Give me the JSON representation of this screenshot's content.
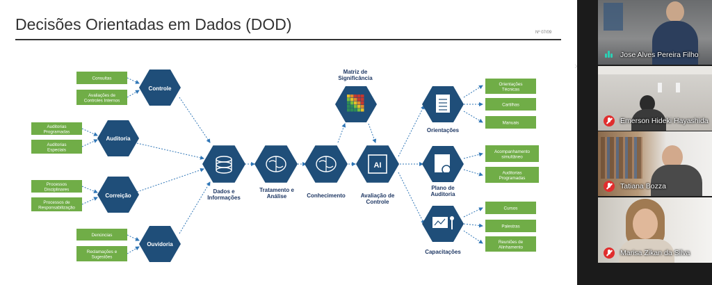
{
  "slide": {
    "title": "Decisões Orientadas em Dados (DOD)",
    "page_number": "Nº 07/09"
  },
  "diagram": {
    "hexes": {
      "controle": "Controle",
      "auditoria": "Auditoria",
      "correicao": "Correição",
      "ouvidoria": "Ouvidoria"
    },
    "sources": {
      "consultas": "Consultas",
      "avaliacoes": [
        "Avaliações de",
        "Controles Internos"
      ],
      "aud_programadas": [
        "Auditorias",
        "Programadas"
      ],
      "aud_especiais": [
        "Auditorias",
        "Especiais"
      ],
      "proc_disciplinares": [
        "Processos",
        "Disciplinares"
      ],
      "proc_responsabilizacao": [
        "Processos de",
        "Responsabilização"
      ],
      "denuncias": "Denúncias",
      "reclamacoes": [
        "Reclamações e",
        "Sugestões"
      ]
    },
    "flow": {
      "dados": [
        "Dados e",
        "Informações"
      ],
      "tratamento": [
        "Tratamento e",
        "Análise"
      ],
      "conhecimento": "Conhecimento",
      "avaliacao": [
        "Avaliação de",
        "Controle"
      ],
      "matriz": [
        "Matriz de",
        "Significância"
      ],
      "ai_label": "AI"
    },
    "outputs": {
      "orientacoes": "Orientações",
      "plano": [
        "Plano de",
        "Auditoria"
      ],
      "capacitacoes": "Capacitações"
    },
    "results": {
      "orient_tecnicas": [
        "Orientações",
        "Técnicas"
      ],
      "cartilhas": "Cartilhas",
      "manuais": "Manuais",
      "acompanhamento": [
        "Acompanhamento",
        "simultâneo"
      ],
      "aud_programadas2": [
        "Auditorias",
        "Programadas"
      ],
      "cursos": "Cursos",
      "palestras": "Palestras",
      "reunioes": [
        "Reuniões de",
        "Alinhamento"
      ]
    }
  },
  "participants": [
    {
      "name": "Jose Alves Pereira Filho",
      "status": "speaking"
    },
    {
      "name": "Emerson Hideki Hayashida",
      "status": "muted"
    },
    {
      "name": "Tatiana Bozza",
      "status": "muted"
    },
    {
      "name": "Marisa Zikan da Silva",
      "status": "muted"
    }
  ],
  "icons": {
    "expand": "chevron-right-icon",
    "muted": "mic-off-icon",
    "speaking": "audio-level-icon"
  },
  "colors": {
    "hex_blue": "#1f4e79",
    "box_green": "#70ad47",
    "arrow_blue": "#2e75b6"
  }
}
